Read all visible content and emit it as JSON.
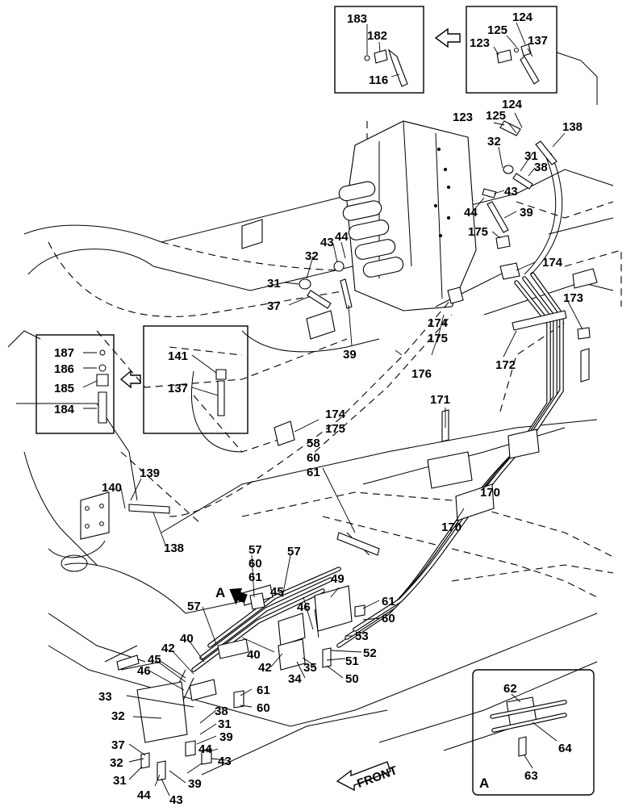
{
  "diagram": {
    "callouts": [
      "183",
      "182",
      "116",
      "124",
      "125",
      "123",
      "137",
      "123",
      "125",
      "124",
      "138",
      "32",
      "31",
      "38",
      "43",
      "44",
      "39",
      "175",
      "174",
      "173",
      "43",
      "44",
      "32",
      "31",
      "37",
      "39",
      "174",
      "175",
      "176",
      "172",
      "187",
      "186",
      "185",
      "184",
      "141",
      "137",
      "171",
      "174",
      "175",
      "58",
      "60",
      "61",
      "139",
      "140",
      "138",
      "170",
      "170",
      "57",
      "60",
      "61",
      "57",
      "49",
      "45",
      "61",
      "60",
      "46",
      "53",
      "52",
      "51",
      "50",
      "35",
      "34",
      "42",
      "40",
      "57",
      "40",
      "42",
      "45",
      "46",
      "61",
      "60",
      "33",
      "38",
      "32",
      "31",
      "39",
      "44",
      "37",
      "43",
      "32",
      "39",
      "31",
      "44",
      "43",
      "62",
      "64",
      "63"
    ],
    "view_marker": "A",
    "inset_label": "A",
    "front_label": "FRONT"
  }
}
